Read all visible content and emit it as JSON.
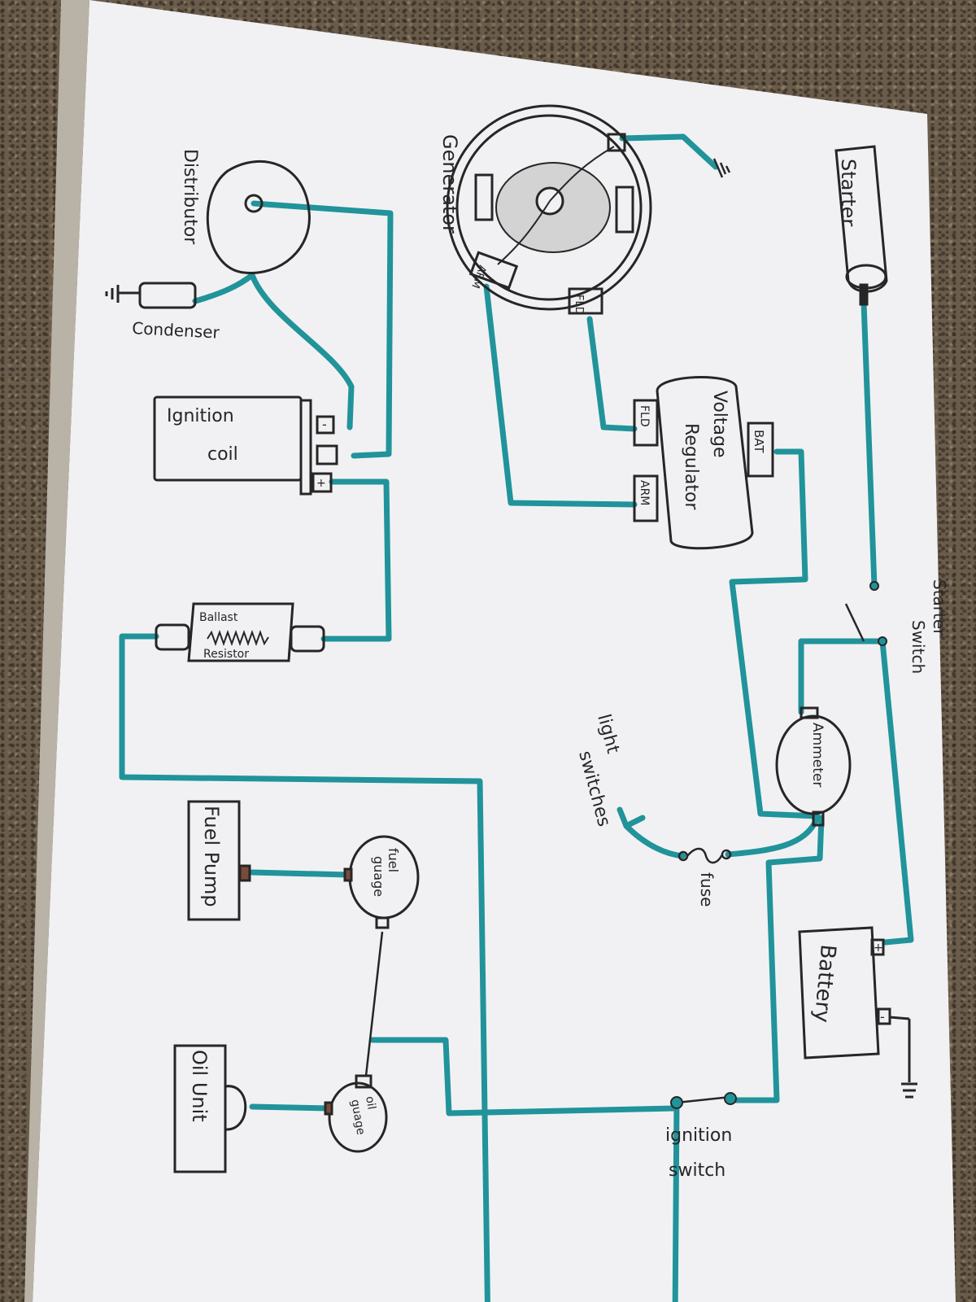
{
  "components": {
    "starter": "Starter",
    "generator": "Generator",
    "generator_arm": "ARM",
    "generator_fld": "FLD",
    "distributor": "Distributor",
    "condenser": "Condenser",
    "ignition_coil_1": "Ignition",
    "ignition_coil_2": "coil",
    "coil_neg": "-",
    "coil_pos": "+",
    "voltage_regulator_1": "Voltage",
    "voltage_regulator_2": "Regulator",
    "reg_fld": "FLD",
    "reg_arm": "ARM",
    "reg_bat": "BAT",
    "ballast_1": "Ballast",
    "ballast_2": "Resistor",
    "starter_switch_1": "Starter",
    "starter_switch_2": "Switch",
    "ammeter": "Ammeter",
    "light_switches_1": "light",
    "light_switches_2": "switches",
    "fuse": "fuse",
    "fuel_pump": "Fuel Pump",
    "fuel_gauge_1": "fuel",
    "fuel_gauge_2": "guage",
    "battery": "Battery",
    "battery_pos": "+",
    "battery_neg": "-",
    "oil_unit": "Oil Unit",
    "oil_gauge_1": "oil",
    "oil_gauge_2": "guage",
    "ignition_switch_1": "ignition",
    "ignition_switch_2": "switch"
  },
  "colors": {
    "wire": "#21939a",
    "ink": "#262626",
    "paper": "#f1f1f3"
  }
}
